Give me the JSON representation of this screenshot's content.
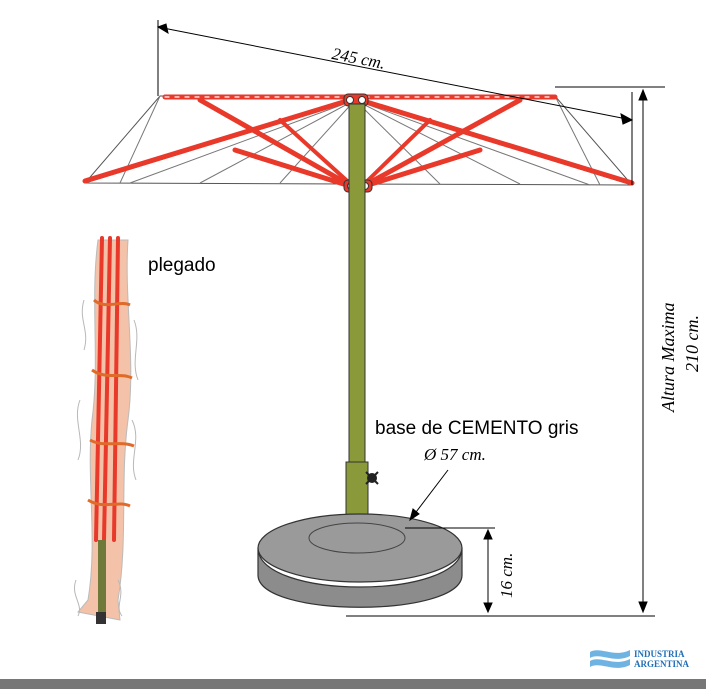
{
  "labels": {
    "width_dim": "245 cm.",
    "folded": "plegado",
    "base_title": "base de CEMENTO gris",
    "base_diameter": "Ø 57 cm.",
    "height_label": "Altura Maxima",
    "height_value": "210 cm.",
    "base_height": "16 cm.",
    "logo_line1": "INDUSTRIA",
    "logo_line2": "ARGENTINA"
  },
  "colors": {
    "frame": "#e8392a",
    "pole": "#8a9a3a",
    "base": "#8c8c8c",
    "footer_bar": "#777777",
    "logo_blue": "#6fb3e3"
  }
}
